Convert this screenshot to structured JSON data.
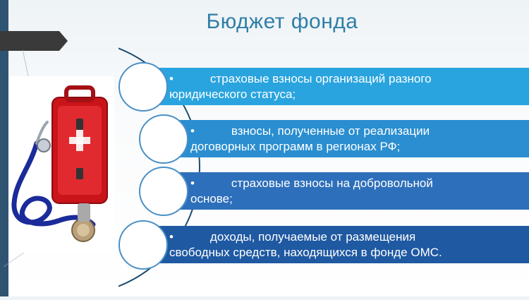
{
  "slide": {
    "title": "Бюджет фонда",
    "items": [
      {
        "bullet": "•",
        "line1": "           страховые взносы организаций разного",
        "line2": "юридического статуса;"
      },
      {
        "bullet": "•",
        "line1": "           взносы, полученные от реализации",
        "line2": "договорных программ в регионах РФ;"
      },
      {
        "bullet": "•",
        "line1": "           страховые взносы на добровольной",
        "line2": "основе;"
      },
      {
        "bullet": "•",
        "line1": "           доходы, получаемые от размещения",
        "line2": "свободных средств, находящихся в фонде ОМС."
      }
    ]
  },
  "icons": {
    "illustration": "first-aid-kit-stethoscope-icon"
  },
  "colors": {
    "title": "#2f7ea8",
    "band1": "#29a4df",
    "band2": "#2a8ed0",
    "band3": "#2d6fba",
    "band4": "#1f59a2",
    "stripe": "#2f5471"
  }
}
